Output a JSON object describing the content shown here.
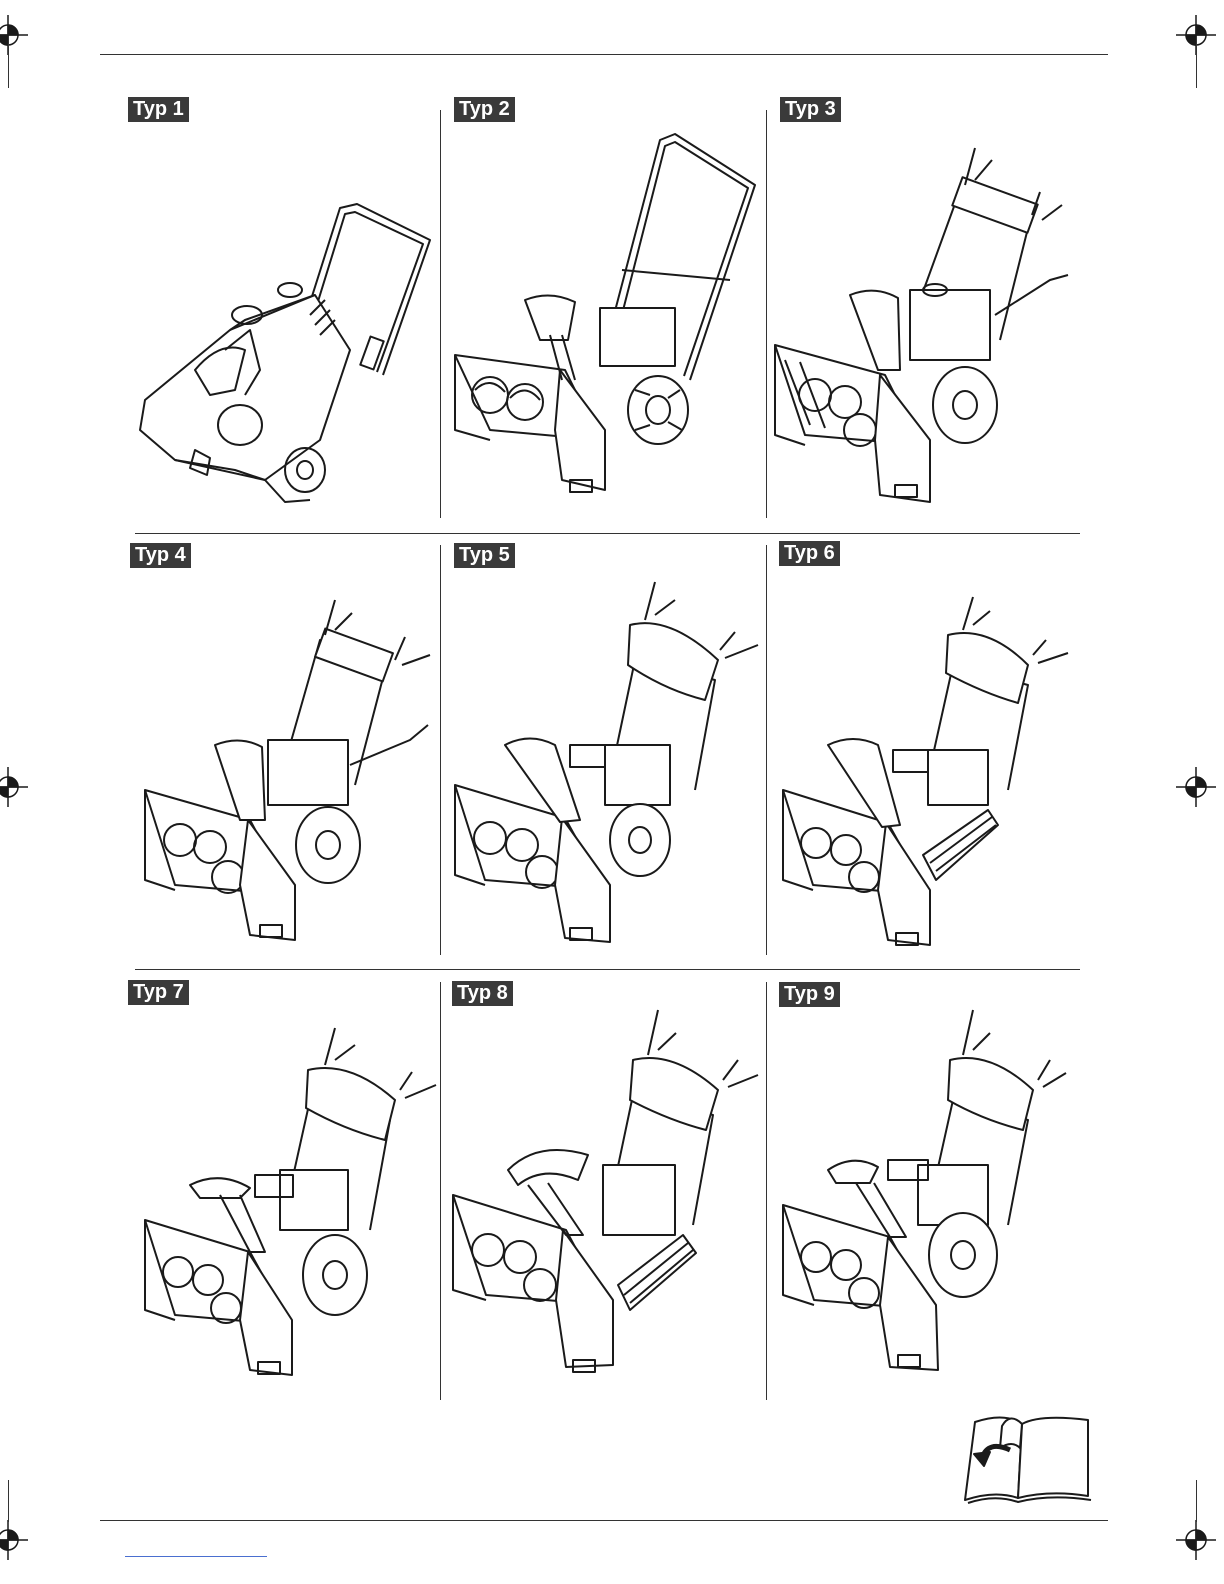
{
  "panels": [
    {
      "label": "Typ 1",
      "kind": "single-stage"
    },
    {
      "label": "Typ 2",
      "kind": "two-stage-wheels"
    },
    {
      "label": "Typ 3",
      "kind": "two-stage-wheels"
    },
    {
      "label": "Typ 4",
      "kind": "two-stage-wheels"
    },
    {
      "label": "Typ 5",
      "kind": "two-stage-wheels"
    },
    {
      "label": "Typ 6",
      "kind": "two-stage-tracks"
    },
    {
      "label": "Typ 7",
      "kind": "two-stage-wheels"
    },
    {
      "label": "Typ 8",
      "kind": "two-stage-tracks"
    },
    {
      "label": "Typ 9",
      "kind": "two-stage-wheels"
    }
  ],
  "icons": {
    "registration_mark": "registration-mark-icon",
    "manual": "read-manual-book-icon"
  },
  "colors": {
    "label_bg": "#3a3a3a",
    "label_text": "#ffffff",
    "line": "#333333"
  }
}
